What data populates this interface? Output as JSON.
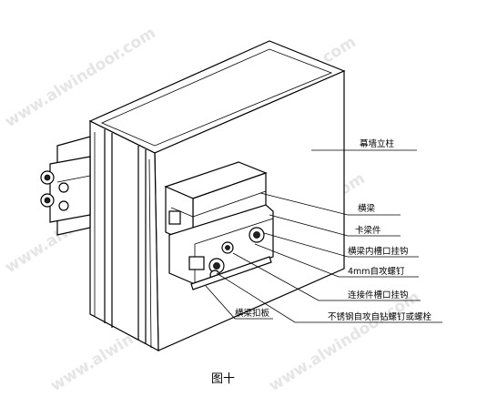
{
  "figure": {
    "caption": "图十",
    "watermark": "www.alwindoor.com",
    "labels": {
      "mullion": "幕墙立柱",
      "transom": "横梁",
      "clip": "卡梁件",
      "transom_slot_hook": "横梁内槽口挂钩",
      "screw_4mm": "4mm自攻螺钉",
      "connector_slot_hook": "连接件槽口挂钩",
      "transom_cover": "横梁扣板",
      "stainless_screw": "不锈钢自攻自钻螺钉或螺栓"
    }
  }
}
